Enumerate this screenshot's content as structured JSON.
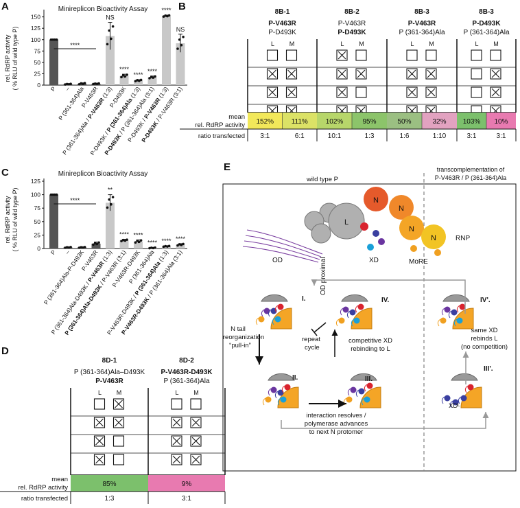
{
  "panel_letters": {
    "A": "A",
    "B": "B",
    "C": "C",
    "D": "D",
    "E": "E"
  },
  "panelA": {
    "title": "Minireplicon Bioactivity Assay",
    "ylabel1": "rel. RdRP activity",
    "ylabel2": "( % RLU of wild type P)",
    "yticks": [
      "0",
      "25",
      "50",
      "75",
      "100",
      "125",
      "150"
    ],
    "sig_bracket": "****",
    "labels": [
      {
        "pre": "P",
        "bold": "",
        "post": ""
      },
      {
        "pre": "–",
        "bold": "",
        "post": ""
      },
      {
        "pre": "P (361-364)Ala",
        "bold": "",
        "post": ""
      },
      {
        "pre": "P-V463R",
        "bold": "",
        "post": ""
      },
      {
        "pre": "P (361-364)Ala / ",
        "bold": "P-V463R",
        "post": " (1:3)"
      },
      {
        "pre": "P-D493K",
        "bold": "",
        "post": ""
      },
      {
        "pre": "P-D493K / ",
        "bold": "P (361-364)Ala",
        "post": " (1:3)"
      },
      {
        "pre": "",
        "bold": "P-D493K",
        "post": " / P (361-364)Ala (3:1)"
      },
      {
        "pre": "P-D493K / ",
        "bold": "P-V463R",
        "post": " (1:3)"
      },
      {
        "pre": "",
        "bold": "P-D493K",
        "post": " / P-V463R (3:1)"
      }
    ],
    "stars": [
      "",
      "",
      "",
      "",
      "NS",
      "****",
      "****",
      "****",
      "****",
      "NS"
    ]
  },
  "chart_data": [
    {
      "type": "bar",
      "title": "Minireplicon Bioactivity Assay",
      "ylabel": "rel. RdRP activity ( % RLU of wild type P)",
      "ylim": [
        0,
        160
      ],
      "categories": [
        "P",
        "–",
        "P (361-364)Ala",
        "P-V463R",
        "P (361-364)Ala / P-V463R (1:3)",
        "P-D493K",
        "P-D493K / P (361-364)Ala (1:3)",
        "P-D493K / P (361-364)Ala (3:1)",
        "P-D493K / P-V463R (1:3)",
        "P-D493K / P-V463R (3:1)"
      ],
      "values": [
        100,
        2,
        3,
        3,
        108,
        20,
        10,
        17,
        152,
        92
      ],
      "errors": [
        0,
        1,
        2,
        1,
        30,
        4,
        2,
        3,
        2,
        20
      ],
      "colors": [
        "#555555",
        "#555555",
        "#555555",
        "#555555",
        "#c8c8c8",
        "#c8c8c8",
        "#c8c8c8",
        "#c8c8c8",
        "#c8c8c8",
        "#c8c8c8"
      ]
    },
    {
      "type": "bar",
      "title": "Minireplicon Bioactivity Assay",
      "ylabel": "rel. RdRP activity ( % RLU of wild type P)",
      "ylim": [
        0,
        125
      ],
      "categories": [
        "P",
        "–",
        "P (361-364)Ala-P-D493K",
        "P-V463R",
        "P (361-364)Ala-D493K / P-V463R (1:3)",
        "P (361-364)Ala-D493K / P-V463R (3:1)",
        "P-V463R-D493K",
        "P (361-364)Ala",
        "P-V463R-D493K / P (361-364)Ala (1:3)",
        "P-V463R-D493K / P (361-364)Ala (3:1)"
      ],
      "values": [
        100,
        2,
        2,
        9,
        85,
        15,
        13,
        1,
        4,
        7
      ],
      "errors": [
        0,
        1,
        1,
        3,
        15,
        2,
        3,
        1,
        1,
        2
      ],
      "colors": [
        "#555555",
        "#555555",
        "#555555",
        "#555555",
        "#c8c8c8",
        "#c8c8c8",
        "#c8c8c8",
        "#c8c8c8",
        "#c8c8c8",
        "#c8c8c8"
      ]
    }
  ],
  "panelC": {
    "title": "Minireplicon Bioactivity Assay",
    "ylabel1": "rel. RdRP activity",
    "ylabel2": "( % RLU of wild type P)",
    "yticks": [
      "0",
      "25",
      "50",
      "75",
      "100",
      "125"
    ],
    "sig_bracket": "****",
    "labels": [
      {
        "pre": "P",
        "bold": "",
        "post": ""
      },
      {
        "pre": "–",
        "bold": "",
        "post": ""
      },
      {
        "pre": "P (361-364)Ala-P-D493K",
        "bold": "",
        "post": ""
      },
      {
        "pre": "P-V463R",
        "bold": "",
        "post": ""
      },
      {
        "pre": "P (361-364)Ala-D493K / ",
        "bold": "P-V463R",
        "post": " (1:3)"
      },
      {
        "pre": "",
        "bold": "P (361-364)Ala-D493K",
        "post": " / P-V463R (3:1)"
      },
      {
        "pre": "P-V463R-D493K",
        "bold": "",
        "post": ""
      },
      {
        "pre": "P (361-364)Ala",
        "bold": "",
        "post": ""
      },
      {
        "pre": "P-V463R-D493K / ",
        "bold": "P (361-364)Ala",
        "post": " (1:3)"
      },
      {
        "pre": "",
        "bold": "P-V463R-D493K",
        "post": " / P (361-364)Ala (3:1)"
      }
    ],
    "stars": [
      "",
      "",
      "",
      "",
      "**",
      "****",
      "****",
      "****",
      "****",
      "****"
    ]
  },
  "panelB": {
    "columns": [
      {
        "id": "8B-1",
        "line1": "P-V463R",
        "line1_bold": true,
        "line2": "P-D493K",
        "line2_bold": false
      },
      {
        "id": "8B-2",
        "line1": "P-V463R",
        "line1_bold": false,
        "line2": "P-D493K",
        "line2_bold": true
      },
      {
        "id": "8B-3",
        "line1": "P-V463R",
        "line1_bold": true,
        "line2": "P (361-364)Ala",
        "line2_bold": false
      },
      {
        "id": "8B-3",
        "line1": "P-D493K",
        "line1_bold": true,
        "line2": "P (361-364)Ala",
        "line2_bold": false
      }
    ],
    "mean_label1": "mean",
    "mean_label2": "rel. RdRP activity",
    "ratio_label": "ratio transfected",
    "cells": [
      {
        "value": "152%",
        "ratio": "3:1",
        "color": "#f2e85a"
      },
      {
        "value": "111%",
        "ratio": "6:1",
        "color": "#dbe266"
      },
      {
        "value": "102%",
        "ratio": "10:1",
        "color": "#b7d66a"
      },
      {
        "value": "95%",
        "ratio": "1:3",
        "color": "#8cc46a"
      },
      {
        "value": "50%",
        "ratio": "1:6",
        "color": "#9bbf82"
      },
      {
        "value": "32%",
        "ratio": "1:10",
        "color": "#e2a2c0"
      },
      {
        "value": "103%",
        "ratio": "3:1",
        "color": "#7cc06c"
      },
      {
        "value": "10%",
        "ratio": "3:1",
        "color": "#e87ab0"
      }
    ],
    "LM": {
      "L": "L",
      "M": "M"
    }
  },
  "panelD": {
    "columns": [
      {
        "id": "8D-1",
        "line1": "P (361-364)Ala–D493K",
        "line1_bold": false,
        "line2": "P-V463R",
        "line2_bold": true
      },
      {
        "id": "8D-2",
        "line1": "P-V463R-D493K",
        "line1_bold": true,
        "line2": "P (361-364)Ala",
        "line2_bold": false
      }
    ],
    "mean_label1": "mean",
    "mean_label2": "rel. RdRP activity",
    "ratio_label": "ratio transfected",
    "cells": [
      {
        "value": "85%",
        "ratio": "1:3",
        "color": "#7cc06c"
      },
      {
        "value": "9%",
        "ratio": "3:1",
        "color": "#e87ab0"
      }
    ],
    "LM": {
      "L": "L",
      "M": "M"
    }
  },
  "panelE": {
    "header_left": "wild type P",
    "header_right1": "transcomplementation of",
    "header_right2": "P-V463R / P (361-364)Ala",
    "N": "N",
    "L": "L",
    "RNP": "RNP",
    "MoRE": "MoRE",
    "XD": "XD",
    "OD": "OD",
    "OD_proximal": "OD proximal",
    "steps": {
      "I": "I.",
      "II": "II.",
      "III": "III.",
      "IV": "IV.",
      "IVp": "IV'.",
      "IIIp": "III'."
    },
    "n_tail1": "N tail",
    "n_tail2": "reorganization",
    "n_tail3": "“pull-in”",
    "repeat1": "repeat",
    "repeat2": "cycle",
    "compet1": "competitive XD",
    "compet2": "rebinding to L",
    "resolve1": "interaction resolves /",
    "resolve2": "polymerase advances",
    "resolve3": "to next N protomer",
    "same1": "same XD",
    "same2": "rebinds L",
    "same3": "(no competition)",
    "xdl": "XDᴸ"
  }
}
